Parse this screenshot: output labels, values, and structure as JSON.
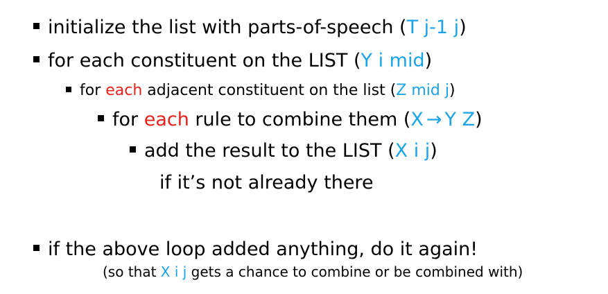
{
  "lines": {
    "l1": {
      "text": "initialize the list with parts-of-speech (",
      "var": "T j-1 j",
      "close": ")"
    },
    "l2": {
      "text": "for each constituent on the LIST (",
      "var": "Y i mid",
      "close": ")"
    },
    "l3": {
      "pre": "for ",
      "hl": "each",
      "text": " adjacent constituent on the list (",
      "var": "Z mid j",
      "close": ")"
    },
    "l4": {
      "pre": "for ",
      "hl": "each",
      "text": " rule to combine them (",
      "var_x": "X",
      "arrow": "→",
      "var_yz": "Y Z",
      "close": ")"
    },
    "l5": {
      "text": "add the result to the LIST (",
      "var": "X i j",
      "close": ")"
    },
    "l6": {
      "text": "if it’s not already there"
    },
    "l7": {
      "text": "if the above loop added anything, do it again!"
    },
    "l8": {
      "pre": "(so that ",
      "var": "X i j",
      "text": " gets a chance to combine or be combined with)"
    }
  },
  "colors": {
    "variable": "#1aa3e8",
    "highlight": "#e8211a",
    "text": "#000000",
    "bullet": "square"
  }
}
